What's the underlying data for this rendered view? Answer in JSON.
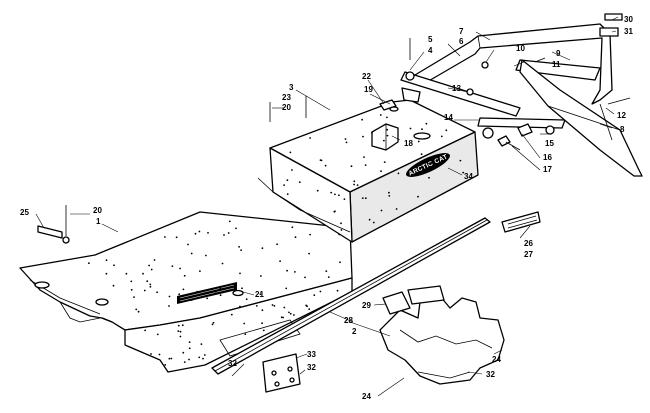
{
  "logo": {
    "text": "ARCTIC CAT"
  },
  "callouts": [
    {
      "id": "c1",
      "label": "1"
    },
    {
      "id": "c2",
      "label": "2"
    },
    {
      "id": "c3",
      "label": "3"
    },
    {
      "id": "c4",
      "label": "4"
    },
    {
      "id": "c5",
      "label": "5"
    },
    {
      "id": "c6",
      "label": "6"
    },
    {
      "id": "c7",
      "label": "7"
    },
    {
      "id": "c8",
      "label": "8"
    },
    {
      "id": "c9",
      "label": "9"
    },
    {
      "id": "c10",
      "label": "10"
    },
    {
      "id": "c11",
      "label": "11"
    },
    {
      "id": "c12",
      "label": "12"
    },
    {
      "id": "c13",
      "label": "13"
    },
    {
      "id": "c14",
      "label": "14"
    },
    {
      "id": "c15",
      "label": "15"
    },
    {
      "id": "c16",
      "label": "16"
    },
    {
      "id": "c17",
      "label": "17"
    },
    {
      "id": "c18",
      "label": "18"
    },
    {
      "id": "c19",
      "label": "19"
    },
    {
      "id": "c20a",
      "label": "20"
    },
    {
      "id": "c20b",
      "label": "20"
    },
    {
      "id": "c21",
      "label": "21"
    },
    {
      "id": "c22",
      "label": "22"
    },
    {
      "id": "c23",
      "label": "23"
    },
    {
      "id": "c24a",
      "label": "24"
    },
    {
      "id": "c24b",
      "label": "24"
    },
    {
      "id": "c25",
      "label": "25"
    },
    {
      "id": "c26",
      "label": "26"
    },
    {
      "id": "c27",
      "label": "27"
    },
    {
      "id": "c28",
      "label": "28"
    },
    {
      "id": "c29",
      "label": "29"
    },
    {
      "id": "c30",
      "label": "30"
    },
    {
      "id": "c31",
      "label": "31"
    },
    {
      "id": "c32a",
      "label": "32"
    },
    {
      "id": "c32b",
      "label": "32"
    },
    {
      "id": "c32c",
      "label": "32"
    },
    {
      "id": "c33",
      "label": "33"
    },
    {
      "id": "c34",
      "label": "34"
    }
  ]
}
